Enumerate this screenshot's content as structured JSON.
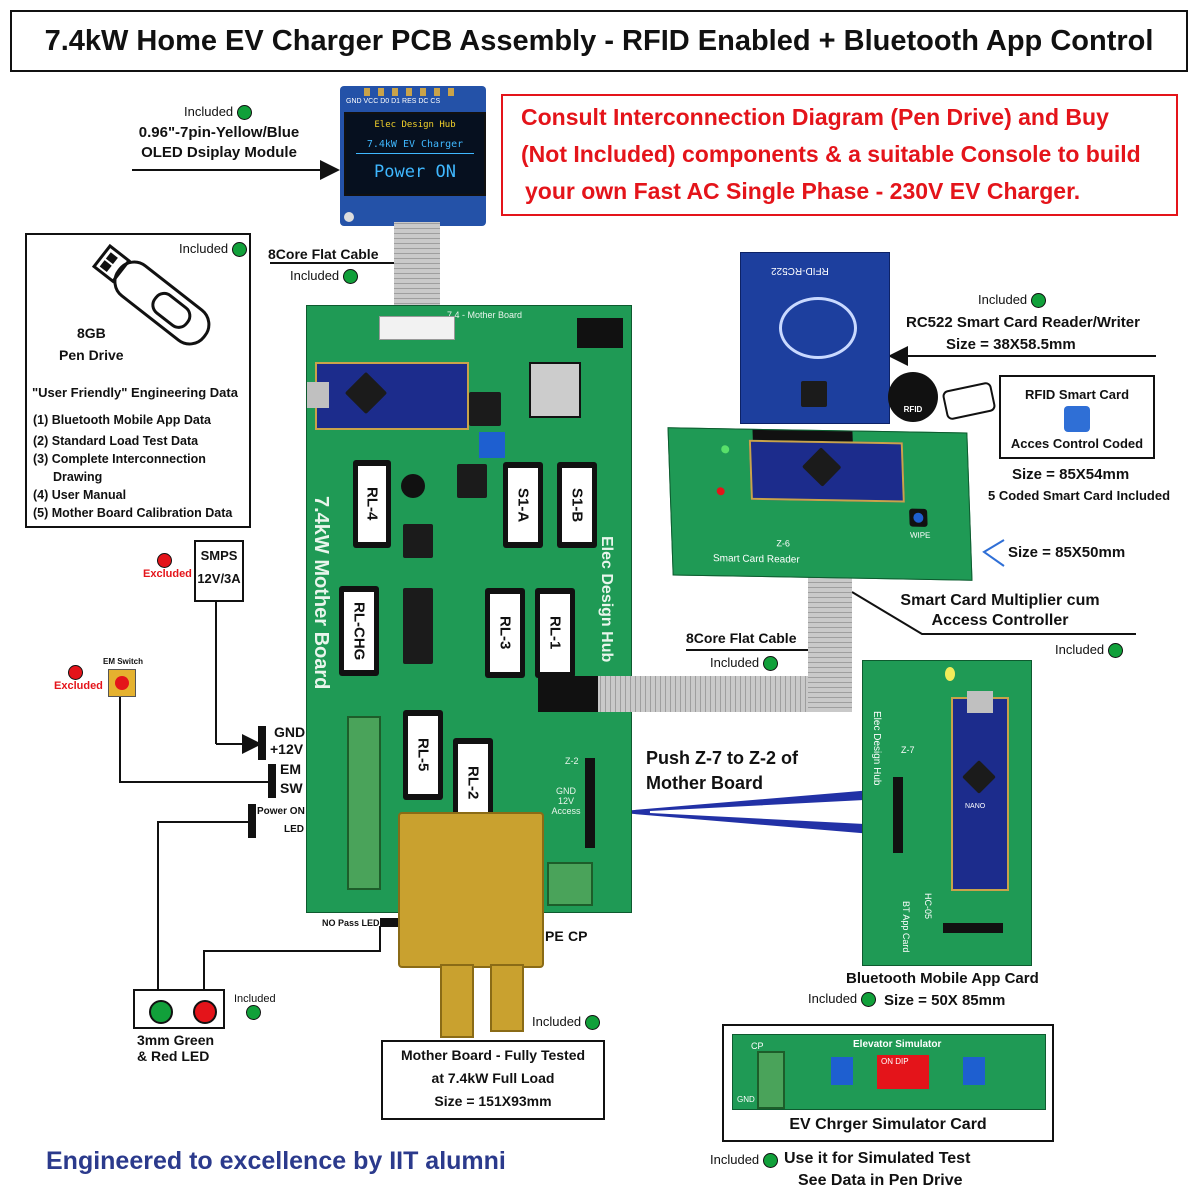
{
  "title": "7.4kW Home EV Charger PCB Assembly - RFID Enabled + Bluetooth App Control",
  "notice": {
    "line1": "Consult Interconnection Diagram (Pen Drive) and Buy",
    "line2": "(Not Included) components & a suitable Console to build",
    "line3": "your own Fast AC Single Phase - 230V EV Charger."
  },
  "included": "Included",
  "excluded": "Excluded",
  "oled": {
    "label1": "0.96\"-7pin-Yellow/Blue",
    "label2": "OLED Dsiplay Module",
    "screen1": "Elec Design Hub",
    "screen2": "7.4kW EV Charger",
    "screen3": "Power ON",
    "pins": "GND VCC D0 D1 RES DC CS"
  },
  "pen_drive": {
    "label1": "8GB",
    "label2": "Pen Drive",
    "heading": "\"User Friendly\" Engineering Data",
    "items": [
      "(1) Bluetooth Mobile App Data",
      "(2) Standard Load Test Data",
      "(3) Complete Interconnection",
      "Drawing",
      "(4) User Manual",
      "(5) Mother Board Calibration Data"
    ]
  },
  "cable_top": "8Core Flat Cable",
  "cable_mid": "8Core Flat Cable",
  "smps": {
    "line1": "SMPS",
    "line2": "12V/3A"
  },
  "em_switch": "EM Switch",
  "mb_terminals": {
    "gnd": "GND",
    "v12": "+12V",
    "em": "EM",
    "sw": "SW",
    "power_on": "Power ON",
    "led": "LED",
    "no_pass": "NO Pass LED"
  },
  "led_label1": "3mm Green",
  "led_label2": "& Red LED",
  "motherboard": {
    "silk_title": "7.4kW Mother Board",
    "silk_brand": "Elec Design Hub",
    "top_silk": "7.4 - Mother Board",
    "relays": [
      "RL-4",
      "S1-A",
      "S1-B",
      "RL-CHG",
      "RL-3",
      "RL-1",
      "RL-5",
      "RL-2"
    ],
    "z2": "Z-2",
    "z2_pins": "GND 12V Access",
    "pe": "PE",
    "cp": "CP",
    "box1": "Mother Board - Fully Tested",
    "box2": "at 7.4kW Full Load",
    "box3": "Size = 151X93mm"
  },
  "rfid": {
    "label": "RC522 Smart Card Reader/Writer",
    "size": "Size = 38X58.5mm",
    "module_text": "RFID-RC522",
    "card_title": "RFID Smart Card",
    "card_sub": "Acces Control Coded",
    "card_size": "Size = 85X54mm",
    "card_count": "5 Coded Smart Card Included",
    "rfid_badge": "RFID"
  },
  "multiplier": {
    "size": "Size = 85X50mm",
    "label1": "Smart Card Multiplier cum",
    "label2": "Access Controller",
    "silk": "Smart Card Reader",
    "wipe": "WIPE",
    "z6": "Z-6"
  },
  "push": {
    "line1": "Push Z-7 to Z-2 of",
    "line2": "Mother Board"
  },
  "bt": {
    "label": "Bluetooth Mobile App Card",
    "size": "Size = 50X 85mm",
    "silk1": "Elec Design Hub",
    "silk2": "BT App Card",
    "hc05": "HC-05",
    "z7": "Z-7",
    "nano": "NANO"
  },
  "sim": {
    "label": "EV Chrger Simulator Card",
    "use1": "Use it for Simulated Test",
    "use2": "See Data in Pen Drive",
    "silk": "Elevator Simulator",
    "dip": "ON DIP",
    "cp": "CP",
    "gnd": "GND"
  },
  "footer": "Engineered to excellence by IIT alumni",
  "colors": {
    "pcb": "#1f9a55",
    "notice": "#e4141a",
    "footer": "#2b3a8c",
    "oled_bg": "#06101f"
  }
}
